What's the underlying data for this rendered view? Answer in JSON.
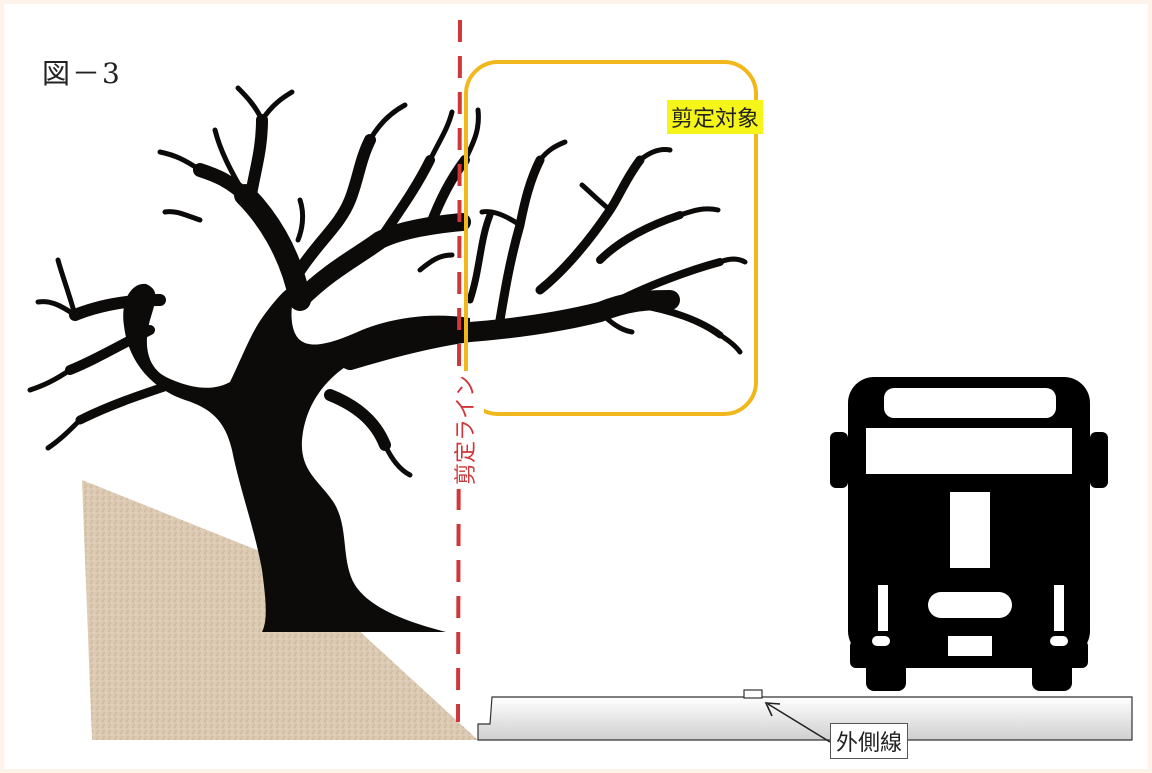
{
  "figure_label": "図－3",
  "prune_target_label": "剪定対象",
  "prune_line_label": "剪定ライン",
  "outer_line_label": "外側線",
  "colors": {
    "prune_line": "#d0373a",
    "target_box": "#f0b81c",
    "target_label_bg": "#f5f51a",
    "tree": "#0d0b0a",
    "slope": "#d9c6ad",
    "road": "#d8d8d8",
    "bus": "#000000"
  },
  "icons": [
    "tree-silhouette-icon",
    "bus-front-icon"
  ]
}
